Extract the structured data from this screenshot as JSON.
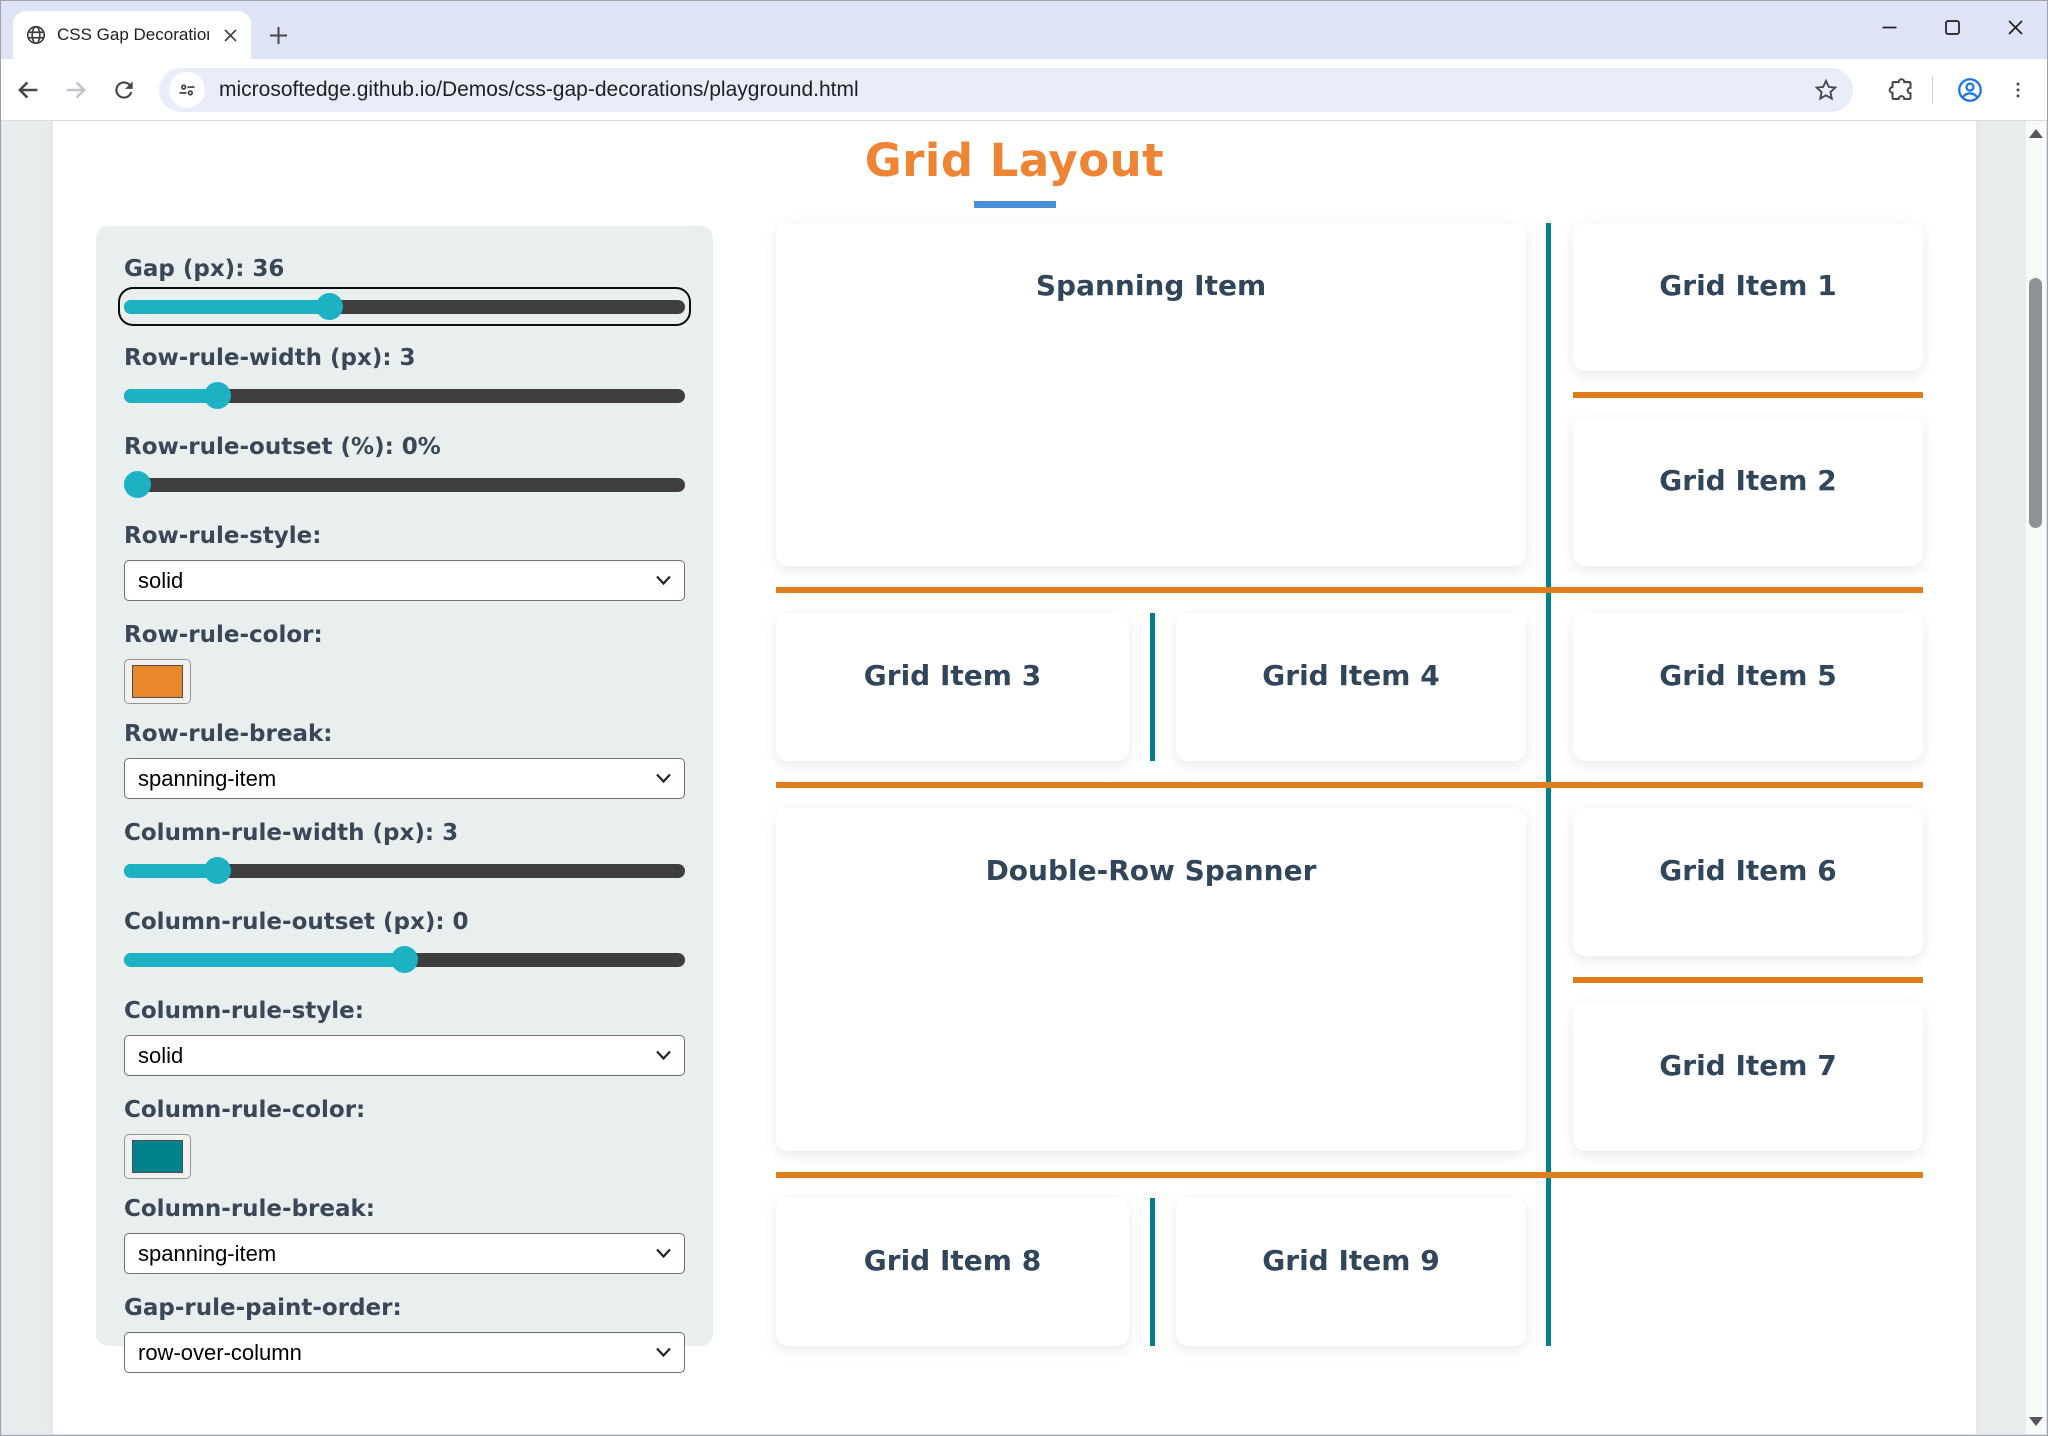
{
  "browser": {
    "tab_title": "CSS Gap Decorations playground",
    "url": "microsoftedge.github.io/Demos/css-gap-decorations/playground.html"
  },
  "page": {
    "title": "Grid Layout",
    "title_color": "#ee8434",
    "underline_color": "#4a90d9"
  },
  "sidebar": {
    "controls": [
      {
        "type": "slider",
        "label": "Gap (px): 36",
        "value_pct": 36,
        "focused": true
      },
      {
        "type": "slider",
        "label": "Row-rule-width (px): 3",
        "value_pct": 15
      },
      {
        "type": "slider",
        "label": "Row-rule-outset (%): 0%",
        "value_pct": 0
      },
      {
        "type": "select",
        "label": "Row-rule-style:",
        "value": "solid"
      },
      {
        "type": "color",
        "label": "Row-rule-color:",
        "value": "#e8872b"
      },
      {
        "type": "select",
        "label": "Row-rule-break:",
        "value": "spanning-item"
      },
      {
        "type": "slider",
        "label": "Column-rule-width (px): 3",
        "value_pct": 15
      },
      {
        "type": "slider",
        "label": "Column-rule-outset (px): 0",
        "value_pct": 50
      },
      {
        "type": "select",
        "label": "Column-rule-style:",
        "value": "solid"
      },
      {
        "type": "color",
        "label": "Column-rule-color:",
        "value": "#00838c"
      },
      {
        "type": "select",
        "label": "Column-rule-break:",
        "value": "spanning-item"
      },
      {
        "type": "select",
        "label": "Gap-rule-paint-order:",
        "value": "row-over-column"
      }
    ],
    "slider_fill_color": "#1cb2c4"
  },
  "grid": {
    "row_rule_color": "#e07e1d",
    "column_rule_color": "#00808c",
    "items": [
      {
        "label": "Spanning Item"
      },
      {
        "label": "Grid Item 1"
      },
      {
        "label": "Grid Item 2"
      },
      {
        "label": "Grid Item 3"
      },
      {
        "label": "Grid Item 4"
      },
      {
        "label": "Grid Item 5"
      },
      {
        "label": "Double-Row Spanner"
      },
      {
        "label": "Grid Item 6"
      },
      {
        "label": "Grid Item 7"
      },
      {
        "label": "Grid Item 8"
      },
      {
        "label": "Grid Item 9"
      }
    ]
  },
  "icons": [
    "globe-favicon-icon",
    "close-icon",
    "plus-icon",
    "window-minimize-icon",
    "window-maximize-icon",
    "window-close-icon",
    "back-arrow-icon",
    "forward-arrow-icon",
    "reload-icon",
    "site-info-tune-icon",
    "bookmark-star-icon",
    "extensions-puzzle-icon",
    "profile-avatar-icon",
    "menu-dots-icon",
    "chevron-down-icon",
    "scroll-up-icon",
    "scroll-down-icon"
  ]
}
